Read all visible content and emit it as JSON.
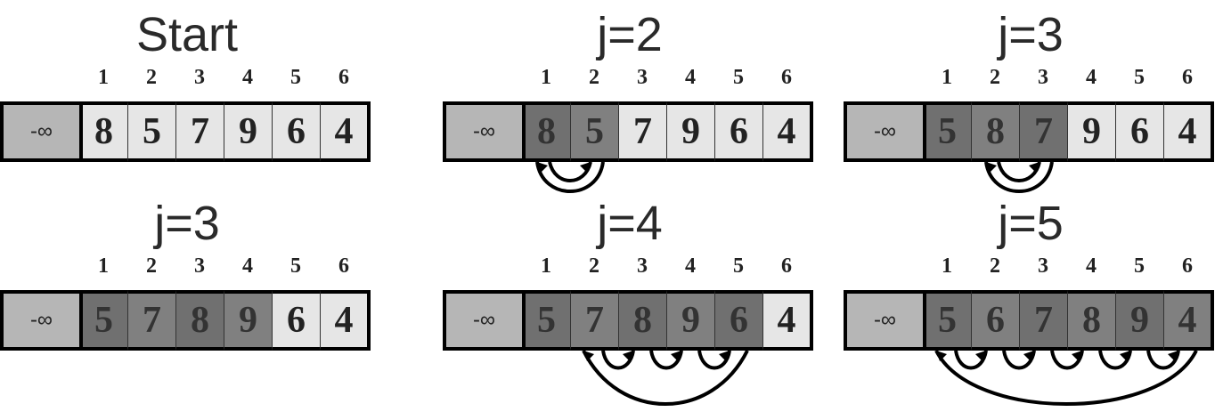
{
  "panels": [
    {
      "title": "Start",
      "indices": [
        "1",
        "2",
        "3",
        "4",
        "5",
        "6"
      ],
      "sentinel": "-∞",
      "values": [
        "8",
        "5",
        "7",
        "9",
        "6",
        "4"
      ],
      "shade": [
        "light",
        "light",
        "light",
        "light",
        "light",
        "light"
      ],
      "arrows": "none"
    },
    {
      "title": "j=2",
      "indices": [
        "1",
        "2",
        "3",
        "4",
        "5",
        "6"
      ],
      "sentinel": "-∞",
      "values": [
        "8",
        "5",
        "7",
        "9",
        "6",
        "4"
      ],
      "shade": [
        "dark",
        "dark",
        "light",
        "light",
        "light",
        "light"
      ],
      "arrows": "swap-1-2"
    },
    {
      "title": "j=3",
      "indices": [
        "1",
        "2",
        "3",
        "4",
        "5",
        "6"
      ],
      "sentinel": "-∞",
      "values": [
        "5",
        "8",
        "7",
        "9",
        "6",
        "4"
      ],
      "shade": [
        "dark",
        "dark",
        "dark",
        "light",
        "light",
        "light"
      ],
      "arrows": "swap-2-3"
    },
    {
      "title": "j=3",
      "indices": [
        "1",
        "2",
        "3",
        "4",
        "5",
        "6"
      ],
      "sentinel": "-∞",
      "values": [
        "5",
        "7",
        "8",
        "9",
        "6",
        "4"
      ],
      "shade": [
        "dark",
        "dark",
        "dark",
        "dark",
        "light",
        "light"
      ],
      "arrows": "none"
    },
    {
      "title": "j=4",
      "indices": [
        "1",
        "2",
        "3",
        "4",
        "5",
        "6"
      ],
      "sentinel": "-∞",
      "values": [
        "5",
        "7",
        "8",
        "9",
        "6",
        "4"
      ],
      "shade": [
        "dark",
        "dark",
        "dark",
        "dark",
        "dark",
        "light"
      ],
      "arrows": "shift-2-5"
    },
    {
      "title": "j=5",
      "indices": [
        "1",
        "2",
        "3",
        "4",
        "5",
        "6"
      ],
      "sentinel": "-∞",
      "values": [
        "5",
        "6",
        "7",
        "8",
        "9",
        "4"
      ],
      "shade": [
        "dark",
        "dark",
        "dark",
        "dark",
        "dark",
        "dark"
      ],
      "arrows": "shift-1-6"
    }
  ]
}
